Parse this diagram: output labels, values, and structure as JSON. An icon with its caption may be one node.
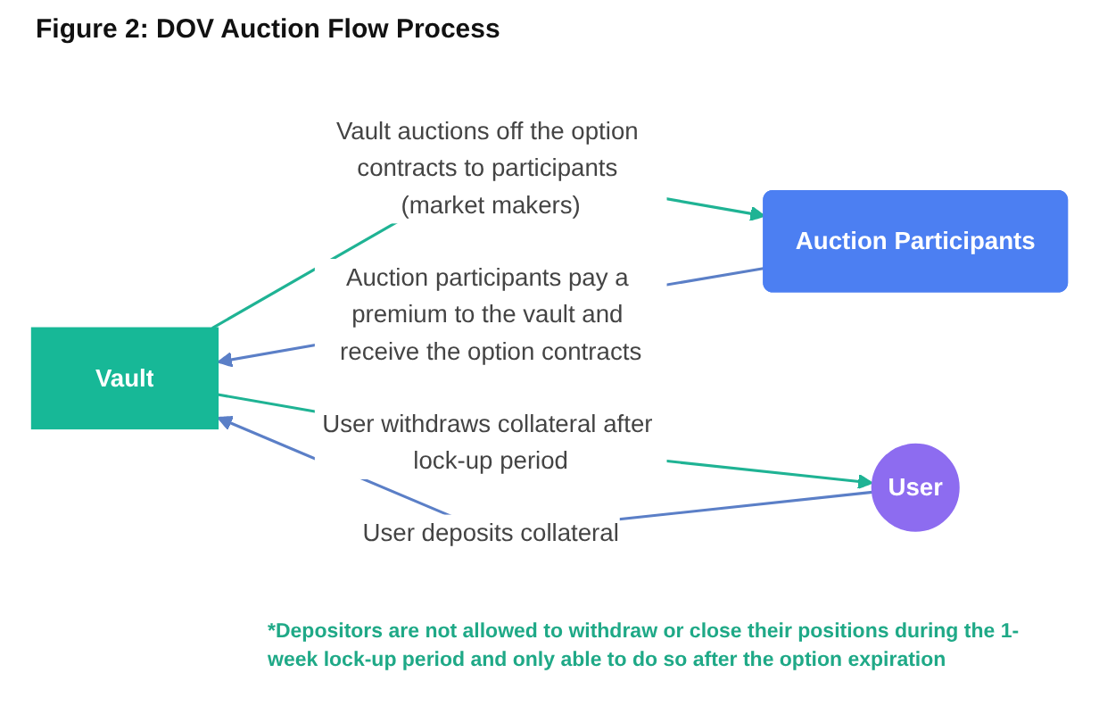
{
  "diagram": {
    "title": "Figure 2: DOV Auction Flow Process",
    "nodes": [
      {
        "text": [
          "Vault"
        ]
      },
      {
        "text": [
          "Auction Participants"
        ]
      },
      {
        "text": [
          "User"
        ]
      }
    ],
    "edges": [
      {
        "from": 0,
        "to": 1,
        "arrow": "to",
        "label": "Vault auctions off the option contracts to participants (market makers)",
        "color": "#1fb394"
      },
      {
        "from": 1,
        "to": 0,
        "arrow": "to",
        "label": "Auction participants pay a premium to the vault and receive the option contracts",
        "color": "#5b7fc7"
      },
      {
        "from": 2,
        "to": 0,
        "arrow": "to",
        "label": "User deposits collateral",
        "color": "#5b7fc7"
      },
      {
        "from": 0,
        "to": 2,
        "arrow": "to",
        "label": "User withdraws collateral after lock-up period",
        "color": "#1fb394"
      }
    ],
    "labels": [
      "*Depositors are not allowed to withdraw or close their positions during the 1-week lock-up period and only able to do so after the option expiration"
    ]
  }
}
